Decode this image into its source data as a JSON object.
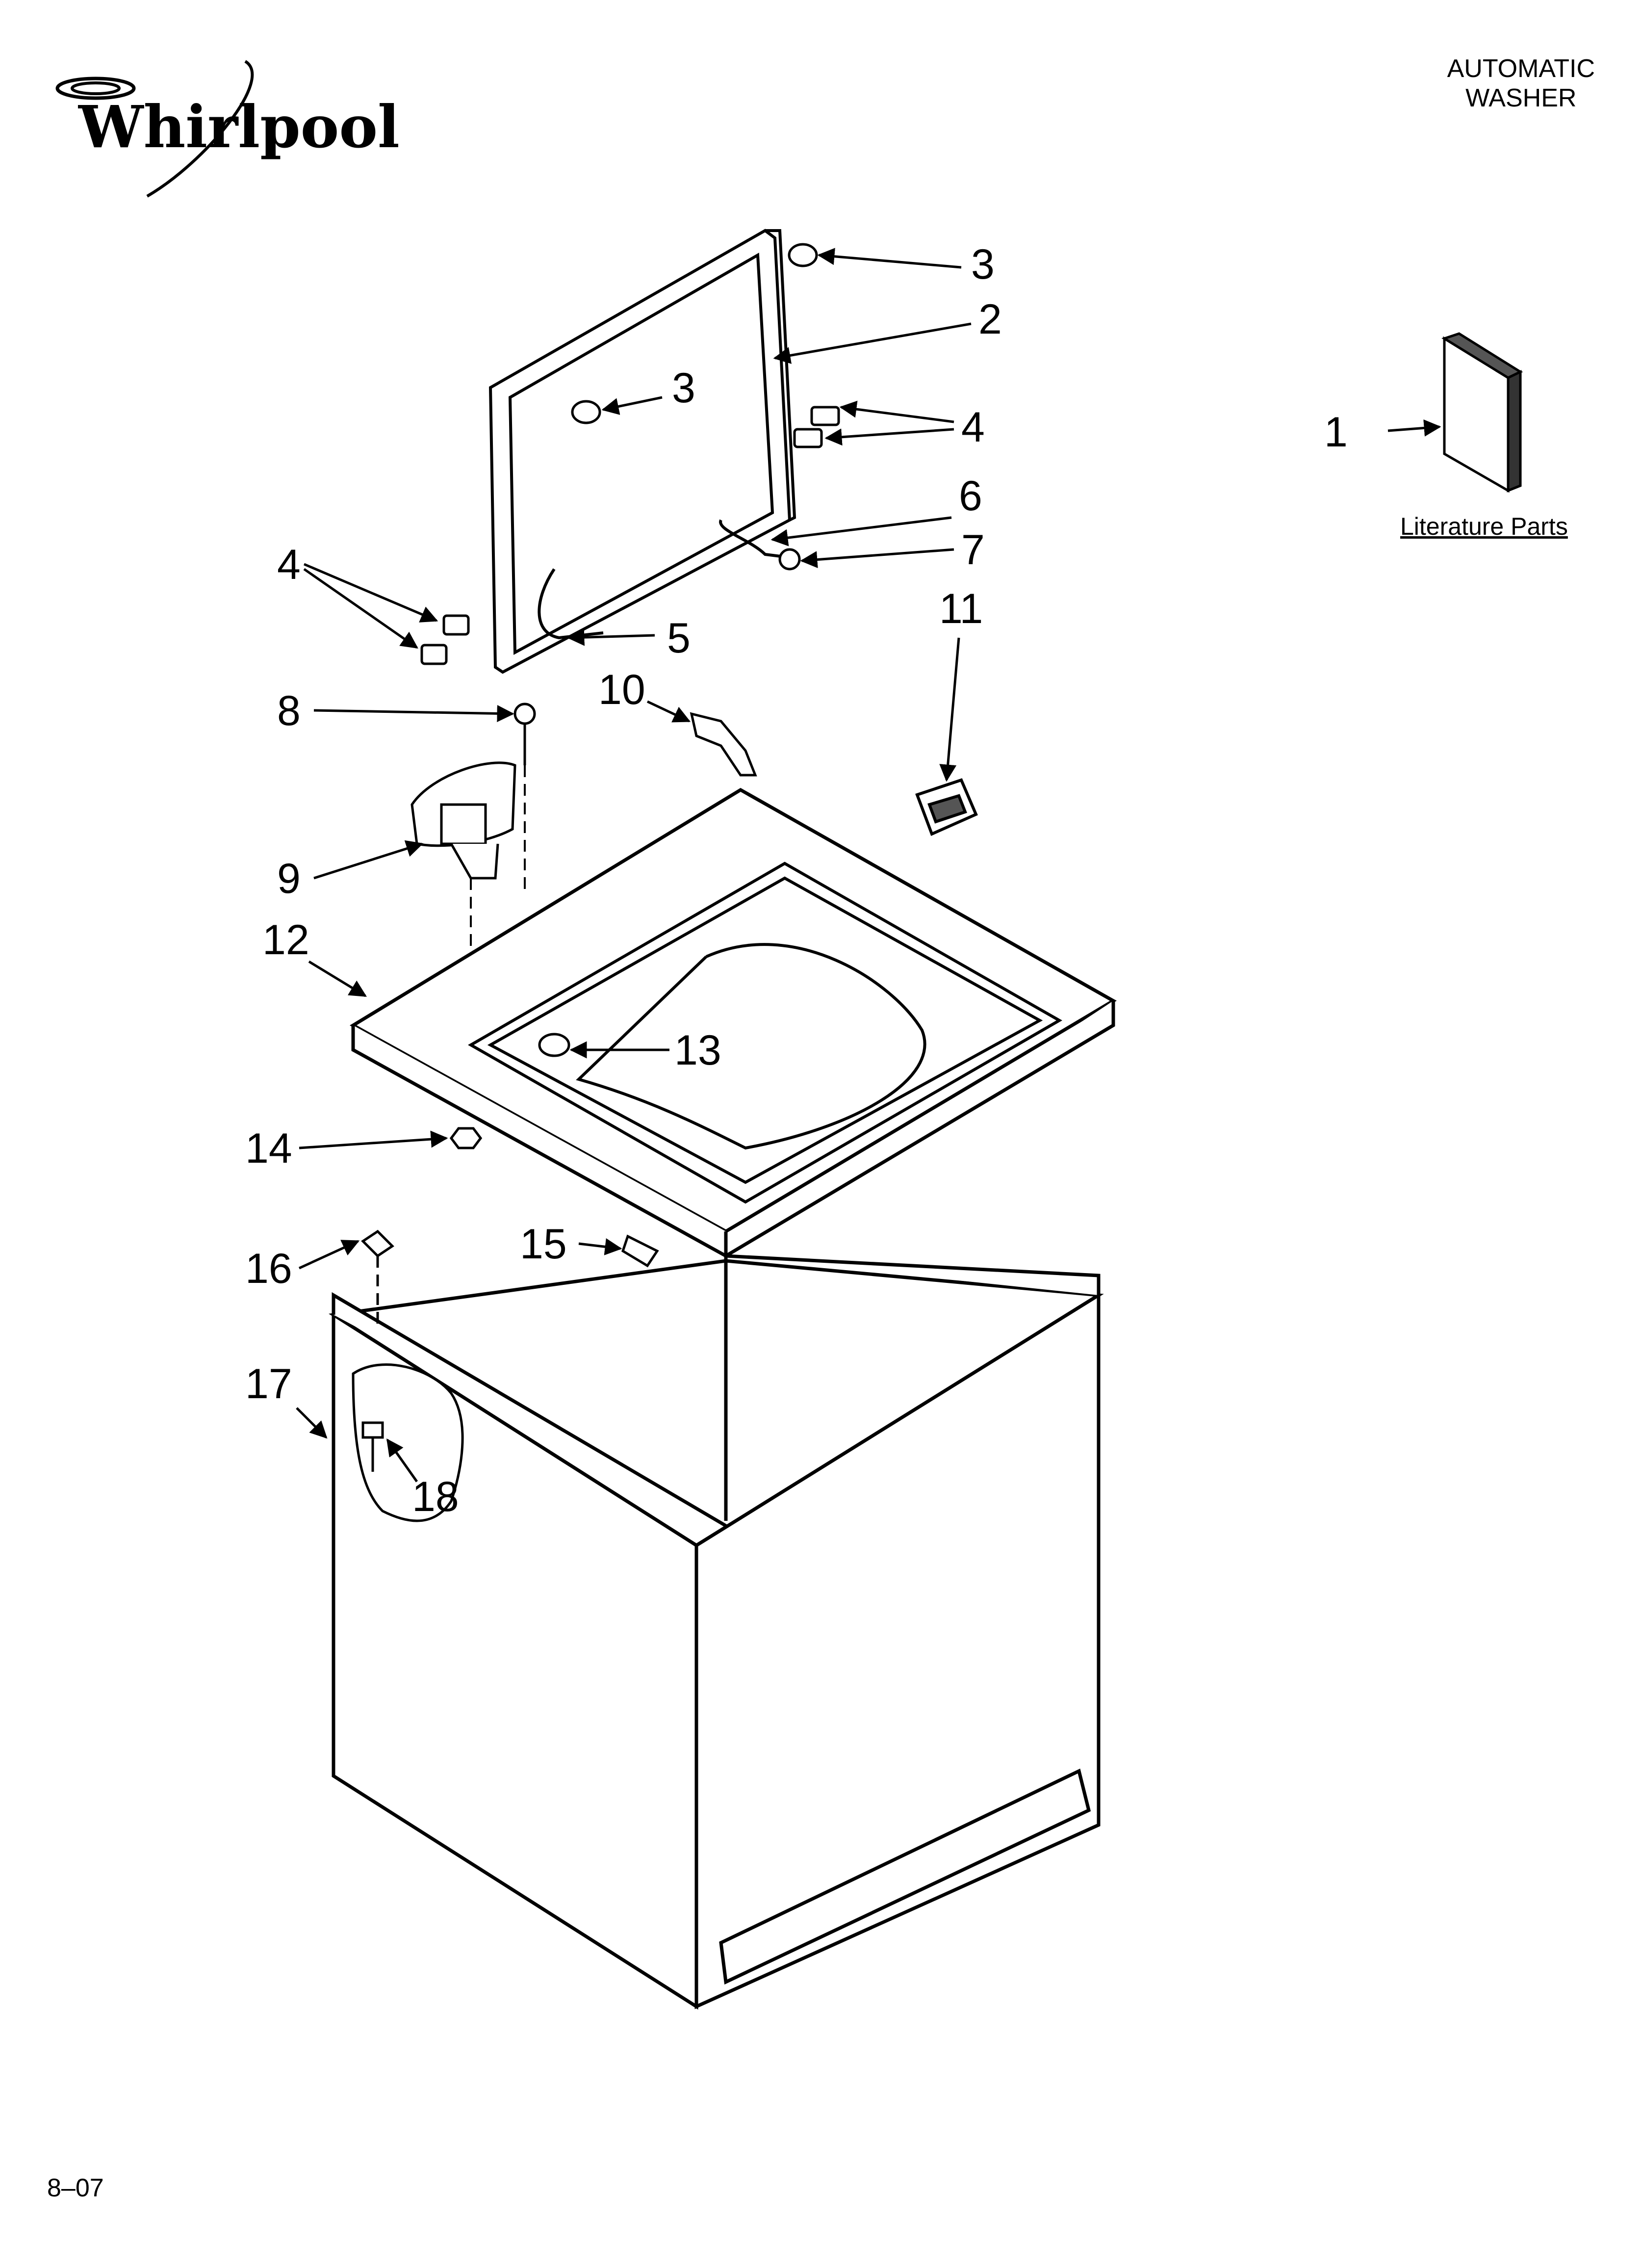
{
  "brand": {
    "logo_text": "Whirlpool"
  },
  "header": {
    "line1": "AUTOMATIC",
    "line2": "WASHER"
  },
  "literature": {
    "label": "Literature Parts"
  },
  "callouts": {
    "c1": "1",
    "c2": "2",
    "c3a": "3",
    "c3b": "3",
    "c4a": "4",
    "c4b": "4",
    "c5": "5",
    "c6": "6",
    "c7": "7",
    "c8": "8",
    "c9": "9",
    "c10": "10",
    "c11": "11",
    "c12": "12",
    "c13": "13",
    "c14": "14",
    "c15": "15",
    "c16": "16",
    "c17": "17",
    "c18": "18"
  },
  "footer": {
    "code": "8–07"
  }
}
